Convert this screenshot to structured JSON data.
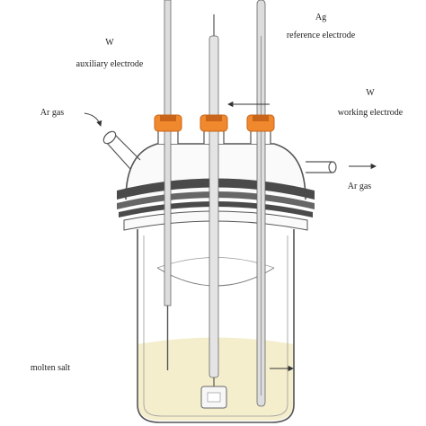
{
  "labels": {
    "w_aux_line1": "W",
    "w_aux_line2": "auxiliary electrode",
    "ag_ref_line1": "Ag",
    "ag_ref_line2": "reference electrode",
    "w_work_line1": "W",
    "w_work_line2": "working electrode",
    "ar_gas_in": "Ar gas",
    "ar_gas_out": "Ar gas",
    "molten_salt": "molten salt"
  },
  "colors": {
    "stopper": "#f0892d",
    "stopper_dark": "#c8651a",
    "salt": "#f4eecd",
    "glass_line": "#555555",
    "clamp": "#4a4a4a"
  }
}
